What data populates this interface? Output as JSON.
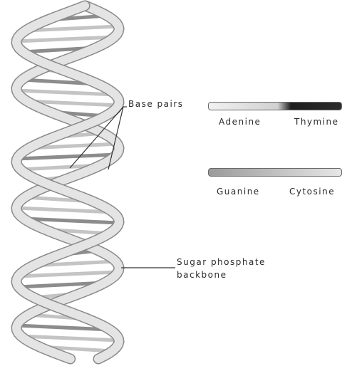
{
  "labels": {
    "base_pairs": "Base pairs",
    "backbone_line1": "Sugar phosphate",
    "backbone_line2": "backbone"
  },
  "legend": {
    "at_pair": {
      "left": "Adenine",
      "right": "Thymine"
    },
    "gc_pair": {
      "left": "Guanine",
      "right": "Cytosine"
    }
  },
  "colors": {
    "background": "#ffffff",
    "backbone_fill": "#e4e4e4",
    "backbone_edge": "#8a8a8a",
    "rung_fill": "#c8c8c8",
    "adenine": "#e6e6e6",
    "thymine": "#1e1e1e",
    "guanine_cytosine": "#b8b8b8",
    "label_text": "#2a2a2a",
    "leader_line": "#333333"
  }
}
